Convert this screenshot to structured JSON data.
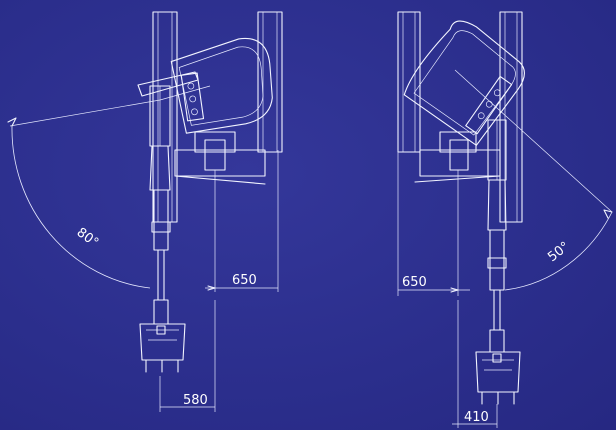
{
  "left_view": {
    "angle_label": "80°",
    "dim_horizontal_top": "650",
    "dim_horizontal_bottom": "580"
  },
  "right_view": {
    "angle_label": "50°",
    "dim_horizontal_top": "650",
    "dim_horizontal_bottom": "410"
  },
  "colors": {
    "background": "#2b2e8c",
    "line": "#f2f4ff"
  }
}
